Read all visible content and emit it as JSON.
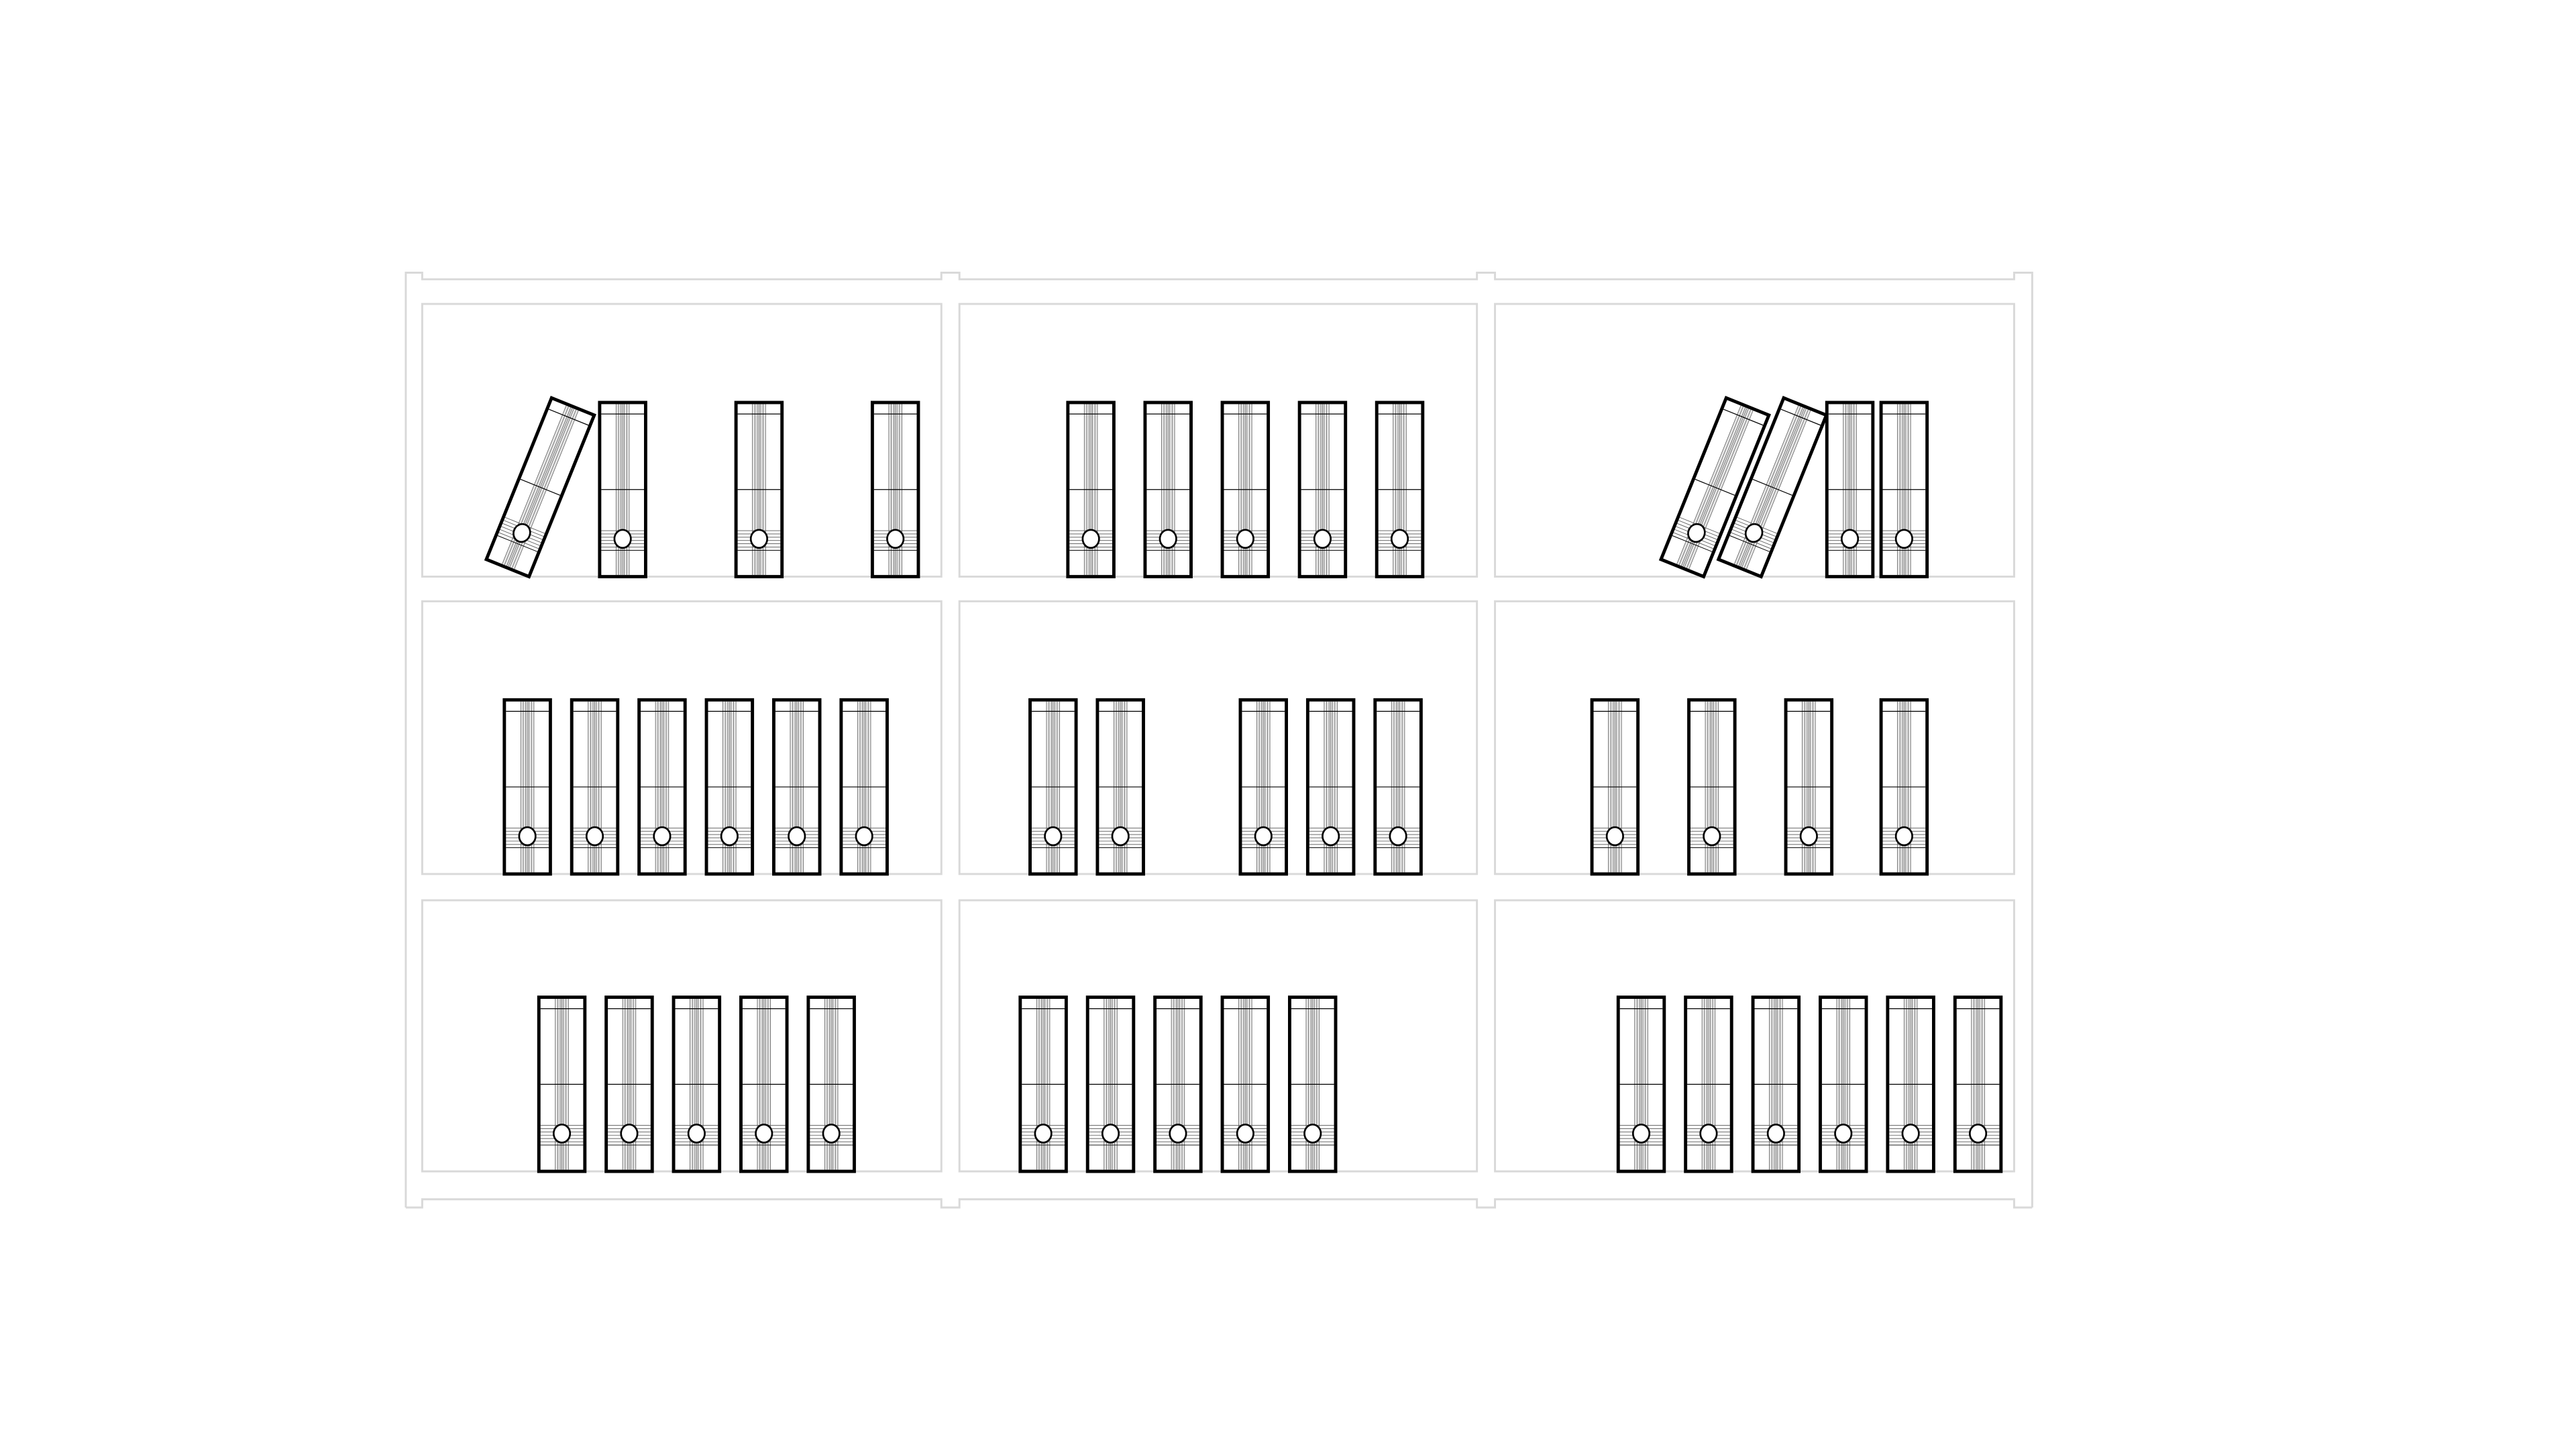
{
  "colors": {
    "background": "#ffffff",
    "shelf_line": "#d9d9d9",
    "binder_outline": "#000000",
    "binder_spine": "#cfcfcf"
  },
  "shelf": {
    "rows": 3,
    "columns": 3,
    "compartments": [
      {
        "row": 1,
        "col": 1,
        "binders": 4,
        "tilted": 1
      },
      {
        "row": 1,
        "col": 2,
        "binders": 5,
        "tilted": 0
      },
      {
        "row": 1,
        "col": 3,
        "binders": 4,
        "tilted": 2
      },
      {
        "row": 2,
        "col": 1,
        "binders": 6,
        "tilted": 0
      },
      {
        "row": 2,
        "col": 2,
        "binders": 5,
        "tilted": 0
      },
      {
        "row": 2,
        "col": 3,
        "binders": 4,
        "tilted": 0
      },
      {
        "row": 3,
        "col": 1,
        "binders": 5,
        "tilted": 0
      },
      {
        "row": 3,
        "col": 2,
        "binders": 5,
        "tilted": 0
      },
      {
        "row": 3,
        "col": 3,
        "binders": 6,
        "tilted": 0
      }
    ]
  }
}
